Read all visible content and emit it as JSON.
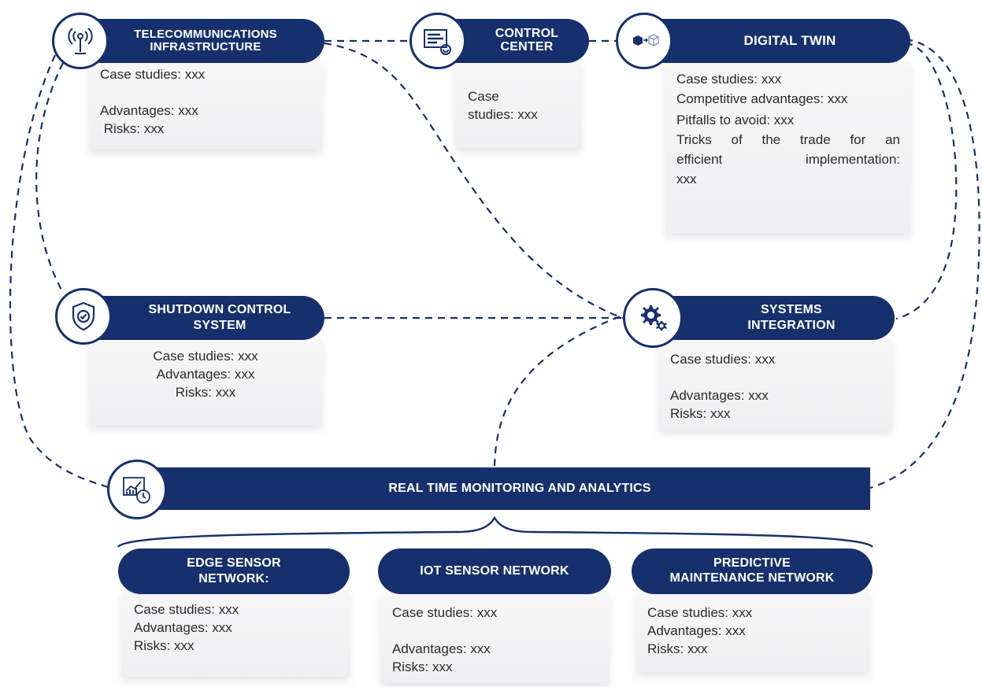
{
  "colors": {
    "navy": "#16306d",
    "card": "#f2f2f3",
    "text": "#2a2a2a"
  },
  "nodes": {
    "telecom": {
      "title_lines": [
        "TELECOMMUNICATIONS",
        "INFRASTRUCTURE"
      ],
      "icon": "antenna-icon",
      "body": [
        "Case studies: xxx",
        "",
        "Advantages: xxx",
        " Risks: xxx"
      ]
    },
    "control_center": {
      "title_lines": [
        "CONTROL",
        "CENTER"
      ],
      "icon": "control-panel-icon",
      "body": [
        "Case",
        "studies: xxx"
      ]
    },
    "digital_twin": {
      "title_lines": [
        "DIGITAL TWIN"
      ],
      "icon": "cube-twin-icon",
      "body": [
        "Case studies: xxx",
        "Competitive advantages: xxx",
        "Pitfalls to avoid: xxx",
        "Tricks of the trade for an",
        "efficient implementation:",
        "xxx"
      ]
    },
    "shutdown": {
      "title_lines": [
        "SHUTDOWN CONTROL",
        "SYSTEM"
      ],
      "icon": "shield-check-icon",
      "body": [
        "Case studies: xxx",
        "Advantages: xxx",
        "Risks: xxx"
      ]
    },
    "systems_integration": {
      "title_lines": [
        "SYSTEMS",
        "INTEGRATION"
      ],
      "icon": "gears-icon",
      "body": [
        "Case studies: xxx",
        "",
        "Advantages: xxx",
        "Risks: xxx"
      ]
    },
    "realtime": {
      "title_lines": [
        "REAL TIME MONITORING AND ANALYTICS"
      ],
      "icon": "analytics-clock-icon"
    },
    "edge": {
      "title_lines": [
        "EDGE SENSOR",
        "NETWORK:"
      ],
      "body": [
        "Case studies: xxx",
        "Advantages: xxx",
        "Risks: xxx"
      ]
    },
    "iot": {
      "title_lines": [
        "IOT SENSOR NETWORK"
      ],
      "body": [
        "Case studies: xxx",
        "",
        "Advantages: xxx",
        "Risks: xxx"
      ]
    },
    "predictive": {
      "title_lines": [
        "PREDICTIVE",
        "MAINTENANCE NETWORK"
      ],
      "body": [
        "Case studies: xxx",
        "Advantages: xxx",
        "Risks: xxx"
      ]
    }
  }
}
